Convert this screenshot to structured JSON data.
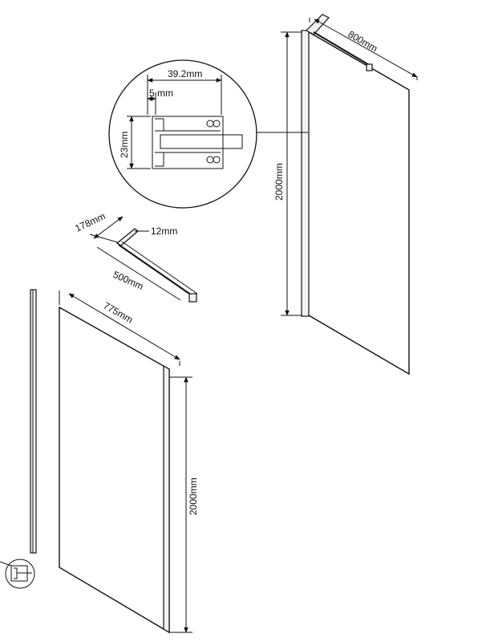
{
  "labels": {
    "top_panel_width": "800mm",
    "top_panel_height": "2000mm",
    "profile_width": "39.2mm",
    "profile_inner": "5 mm",
    "profile_depth": "23mm",
    "bar_depth": "178mm",
    "bar_diameter": "12mm",
    "bar_length": "500mm",
    "bottom_panel_width": "775mm",
    "bottom_panel_height": "2000mm"
  }
}
